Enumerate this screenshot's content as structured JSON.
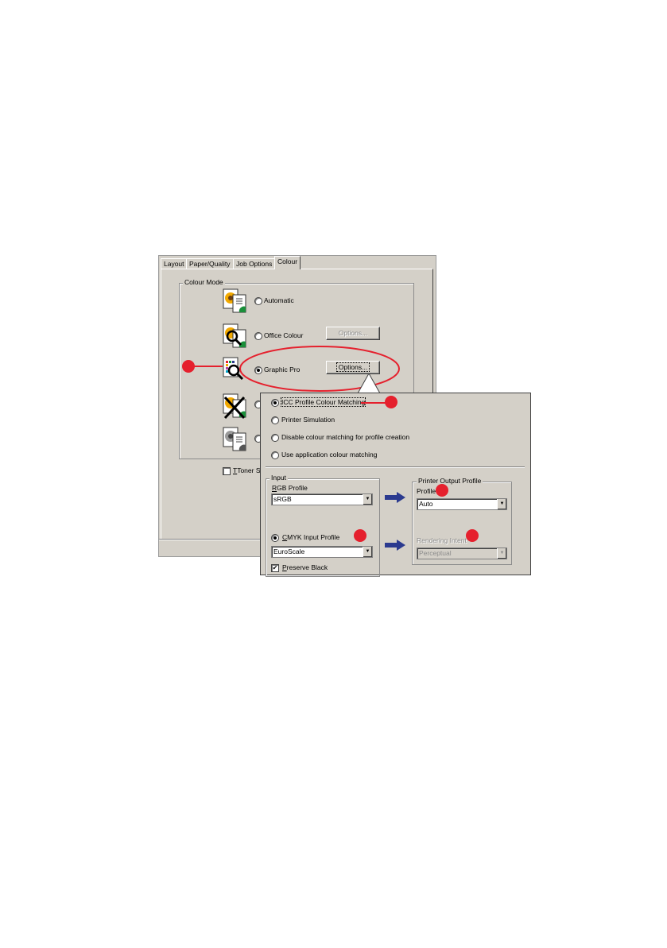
{
  "tabs": [
    "Layout",
    "Paper/Quality",
    "Job Options",
    "Colour"
  ],
  "colour_mode": {
    "legend": "Colour Mode",
    "options": [
      {
        "label": "Automatic",
        "selected": false
      },
      {
        "label": "Office Colour",
        "selected": false
      },
      {
        "label": "Graphic Pro",
        "selected": true
      },
      {
        "label": "",
        "selected": false
      },
      {
        "label": "",
        "selected": false
      }
    ],
    "office_options_button": "Options...",
    "graphic_options_button": "Options...",
    "toner_saving": "Toner Sav"
  },
  "options_dialog": {
    "radios": [
      {
        "label": "ICC Profile Colour Matching",
        "selected": true
      },
      {
        "label": "Printer Simulation",
        "selected": false
      },
      {
        "label": "Disable colour matching for profile creation",
        "selected": false
      },
      {
        "label": "Use application colour matching",
        "selected": false
      }
    ],
    "input": {
      "legend": "Input",
      "rgb_label": "RGB Profile",
      "rgb_value": "sRGB",
      "cmyk_label": "CMYK Input Profile",
      "cmyk_value": "EuroScale",
      "preserve_black": "Preserve Black"
    },
    "output": {
      "legend": "Printer Output Profile",
      "profile_label": "Profile",
      "profile_value": "Auto",
      "rendering_label": "Rendering Intent",
      "rendering_value": "Perceptual"
    }
  },
  "colors": {
    "callout": "#e5202d",
    "arrow": "#2b3a8f",
    "dialog": "#d4d0c8"
  }
}
